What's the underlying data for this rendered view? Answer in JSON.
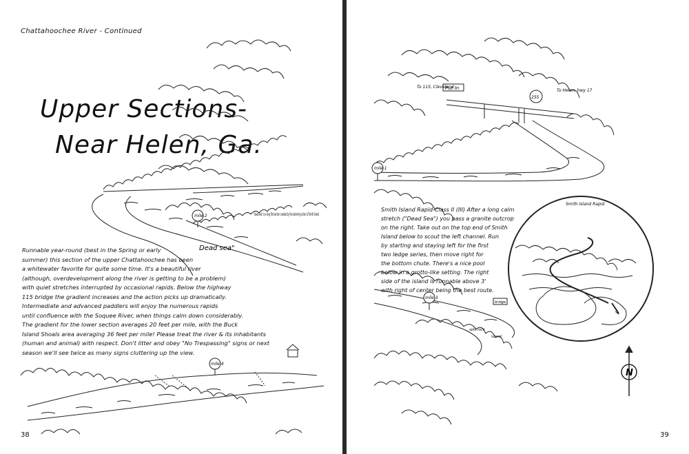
{
  "left_page": {
    "running_head": "Chattahoochee River - Continued",
    "title_line1": "Upper Sections-",
    "title_line2": "Near Helen, Ga.",
    "map_labels": {
      "mile2": "mile 2",
      "dead_sea": "Dead sea\"",
      "dead_sea_note": "\"Dead sea\" is a long flat section created by the damming action of Smith Island",
      "mile4": "mile 4"
    },
    "body_lines": [
      "Runnable year-round (best in the Spring or early",
      "summer) this section of the upper Chattahoochee has been",
      "a whitewater favorite for quite some time. It's a beautiful river",
      "(although, overdevelopment along the river is getting to be a problem)",
      "with quiet stretches interrupted by occasional rapids. Below the highway",
      "115 bridge the gradient increases and the action picks up dramatically.",
      "Intermediate and advanced paddlers will enjoy the numerous rapids",
      "until confluence with the Soquee River, when things calm down considerably.",
      "The gradient for the lower section averages 20 feet per mile, with the Buck",
      "Island Shoals area averaging 36 feet per mile! Please treat the river & its inhabitants",
      "(human and animal) with respect. Don't litter and obey \"No Trespassing\" signs or next",
      "season we'll see twice as many signs cluttering up the view."
    ],
    "page_number": "38"
  },
  "right_page": {
    "road_labels": {
      "to_115": "To 115, Cleveland",
      "put_in": "Put In",
      "route": "255",
      "to_helen": "To Helen, hwy 17"
    },
    "mile_labels": {
      "mile1": "mile 1",
      "mile3": "mile 3"
    },
    "inset_label": "Smith Island Rapid",
    "rapid_lines": [
      "Smith Island Rapid-Class II (III) After a long calm",
      "stretch (\"Dead Sea\") you pass a granite outcrop",
      "on the right. Take out on the top end of Smith",
      "Island below to scout the left channel. Run",
      "by starting and staying left for the first",
      "two ledge series, then move right for",
      "the bottom chute. There's a nice pool",
      "below in a grotto-like setting. The right",
      "side of the island is runnable above 3'",
      "with right of center being the best route."
    ],
    "map_small": {
      "bridge_sign": "bridge",
      "split_rock": "split rock",
      "island": "island"
    },
    "compass": "N",
    "page_number": "39"
  }
}
